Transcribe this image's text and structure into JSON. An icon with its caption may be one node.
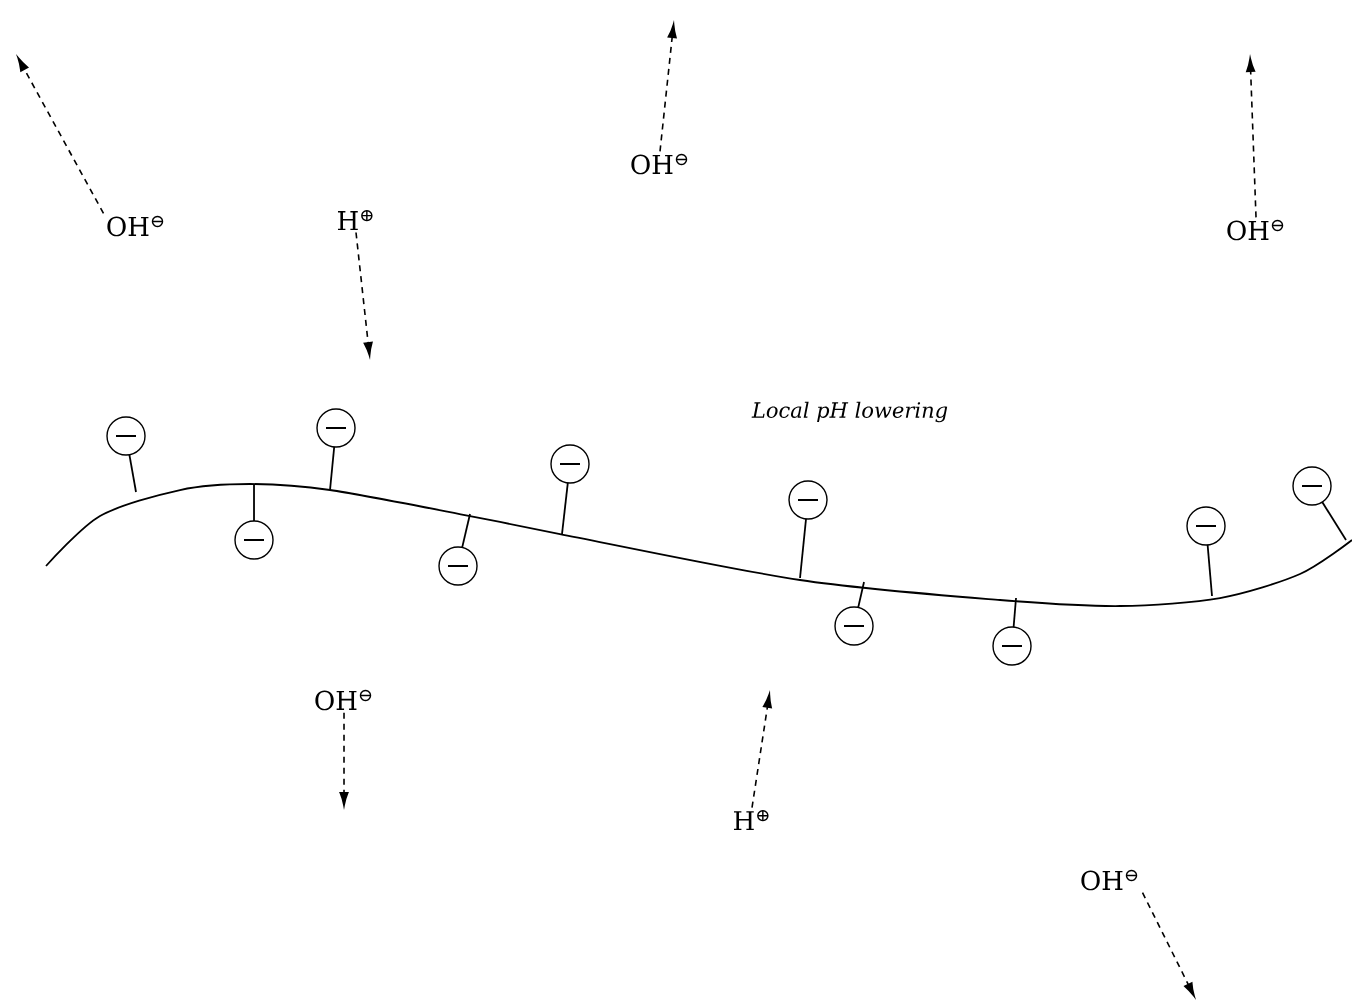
{
  "diagram": {
    "nodes": [
      {
        "text": [
          "OH$^{⊖}$"
        ]
      },
      {
        "text": [
          "H$^{⊕}$"
        ]
      },
      {
        "text": [
          "OH$^{⊖}$"
        ]
      },
      {
        "text": [
          "OH$^{⊖}$"
        ]
      },
      {
        "text": [
          "OH$^{⊖}$"
        ]
      },
      {
        "text": [
          "H$^{⊕}$"
        ]
      },
      {
        "text": [
          "OH$^{⊖}$"
        ]
      }
    ],
    "edges": [
      {
        "from": 0,
        "to": null,
        "arrow": "to",
        "style": "dashed"
      },
      {
        "from": 1,
        "to": null,
        "arrow": "to",
        "style": "dashed"
      },
      {
        "from": 2,
        "to": null,
        "arrow": "to",
        "style": "dashed"
      },
      {
        "from": 3,
        "to": null,
        "arrow": "to",
        "style": "dashed"
      },
      {
        "from": 4,
        "to": null,
        "arrow": "to",
        "style": "dashed"
      },
      {
        "from": 5,
        "to": null,
        "arrow": "to",
        "style": "dashed"
      },
      {
        "from": 6,
        "to": null,
        "arrow": "to",
        "style": "dashed"
      }
    ],
    "labels": [
      "Local pH lowering"
    ]
  }
}
